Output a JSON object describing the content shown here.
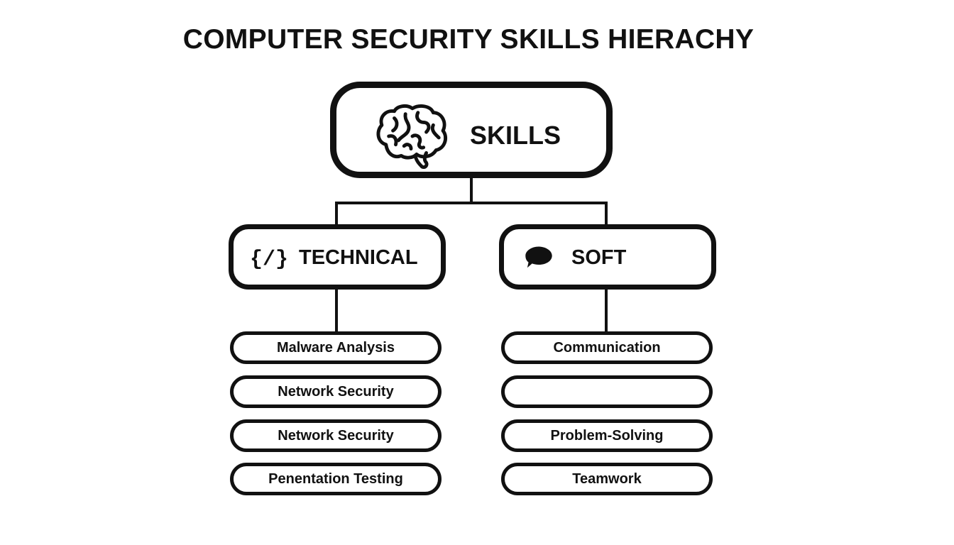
{
  "title": "COMPUTER SECURITY SKILLS HIERACHY",
  "root": {
    "label": "SKILLS",
    "icon": "brain-icon"
  },
  "branches": [
    {
      "label": "TECHNICAL",
      "icon": "code-icon",
      "icon_text": "{/}",
      "items": [
        "Malware Analysis",
        "Network Security",
        "Network Security",
        "Penentation Testing"
      ]
    },
    {
      "label": "SOFT",
      "icon": "speech-bubble-icon",
      "items": [
        "Communication",
        "",
        "Problem-Solving",
        "Teamwork"
      ]
    }
  ],
  "colors": {
    "stroke": "#111111",
    "background": "#ffffff"
  }
}
